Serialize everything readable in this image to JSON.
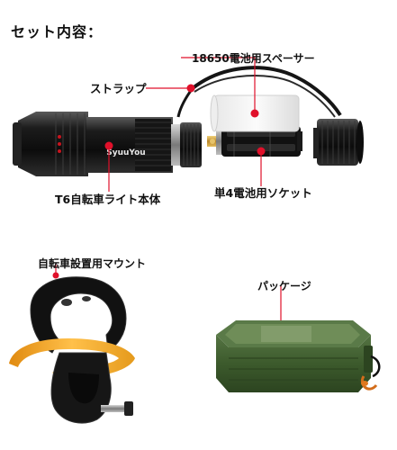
{
  "title": "セット内容：",
  "labels": {
    "spacer": "18650電池用スペーサー",
    "strap": "ストラップ",
    "socket": "単4電池用ソケット",
    "flashlight_body": "T6自転車ライト本体",
    "bike_mount": "自転車設置用マウント",
    "package": "パッケージ"
  },
  "flashlight_brand": "SyuuYou",
  "colors": {
    "marker": "#e0102a",
    "leader_line": "#e0102a",
    "box_green": "#3e5a2e",
    "arrow_orange": "#f0a020",
    "metal_dark": "#1a1a1a",
    "brass": "#c9a040"
  }
}
